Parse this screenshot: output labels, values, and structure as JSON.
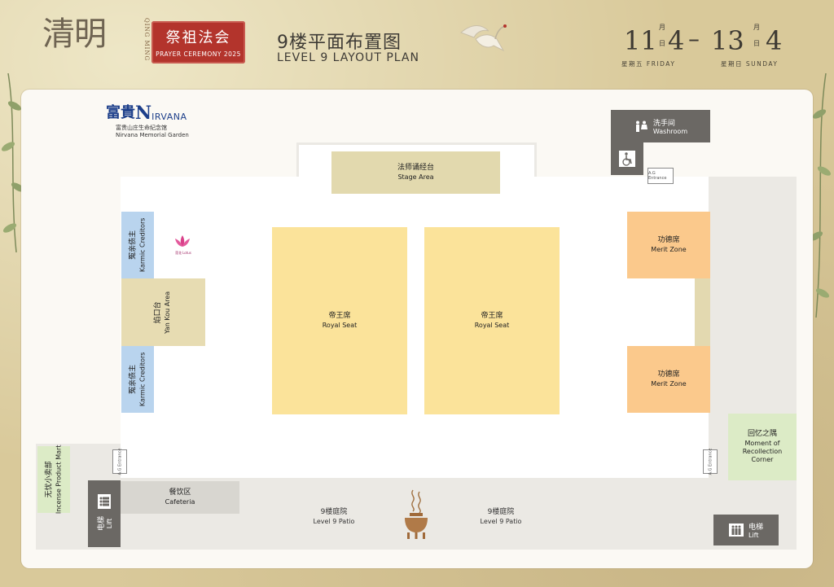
{
  "header": {
    "brand_cn": "清明",
    "brand_pinyin": "QING MING",
    "event_cn": "祭祖法会",
    "event_en": "PRAYER CEREMONY 2025",
    "title_cn": "9楼平面布置图",
    "title_en": "LEVEL 9 LAYOUT PLAN",
    "date_start": {
      "month": "11",
      "month_unit": "月",
      "day": "4",
      "day_unit": "日",
      "weekday": "星期五 FRIDAY"
    },
    "date_dash": "–",
    "date_end": {
      "month": "13",
      "month_unit": "月",
      "day": "4",
      "day_unit": "日",
      "weekday": "星期日 SUNDAY"
    }
  },
  "logo": {
    "name_cn": "富貴",
    "name_en": "IRVANA",
    "name_en_initial": "N",
    "sub_cn": "富贵山庄生命纪念馆",
    "sub_en": "Nirvana Memorial Garden"
  },
  "zones": {
    "stage": {
      "cn": "法师诵经台",
      "en": "Stage Area"
    },
    "royal_left": {
      "cn": "帝王席",
      "en": "Royal Seat"
    },
    "royal_right": {
      "cn": "帝王席",
      "en": "Royal Seat"
    },
    "merit_top": {
      "cn": "功德席",
      "en": "Merit Zone"
    },
    "merit_bottom": {
      "cn": "功德席",
      "en": "Merit Zone"
    },
    "karmic_top": {
      "cn": "冤亲债主",
      "en": "Karmic Creditors"
    },
    "karmic_bottom": {
      "cn": "冤亲债主",
      "en": "Karmic Creditors"
    },
    "yankou": {
      "cn": "焰口台",
      "en": "Yan Kou Area"
    },
    "lotus": {
      "cn": "莲花",
      "en": "Lotus"
    },
    "incense": {
      "cn": "无忧小卖部",
      "en": "Incense Product Mart"
    },
    "cafeteria": {
      "cn": "餐饮区",
      "en": "Cafeteria"
    },
    "patio_left": {
      "cn": "9楼庭院",
      "en": "Level 9 Patio"
    },
    "patio_right": {
      "cn": "9楼庭院",
      "en": "Level 9 Patio"
    },
    "recollection": {
      "cn": "回忆之隅",
      "en": "Moment of Recollection Corner"
    },
    "washroom": {
      "cn": "洗手间",
      "en": "Washroom"
    },
    "lift_left": {
      "cn": "电梯",
      "en": "Lift"
    },
    "lift_right": {
      "cn": "电梯",
      "en": "Lift"
    },
    "lift_tag": "A.G Entrance"
  },
  "colors": {
    "royal": "#fbe39a",
    "stage": "#e2d9ae",
    "merit": "#fbc98c",
    "karmic": "#b9d4ee",
    "recollection": "#dcebc6",
    "stamp": "#b3342c",
    "service": "#6b6864"
  },
  "icons": [
    "crane-icon",
    "lotus-icon",
    "incense-burner-icon",
    "washroom-icon",
    "wheelchair-icon",
    "lift-icon",
    "people-icon"
  ]
}
